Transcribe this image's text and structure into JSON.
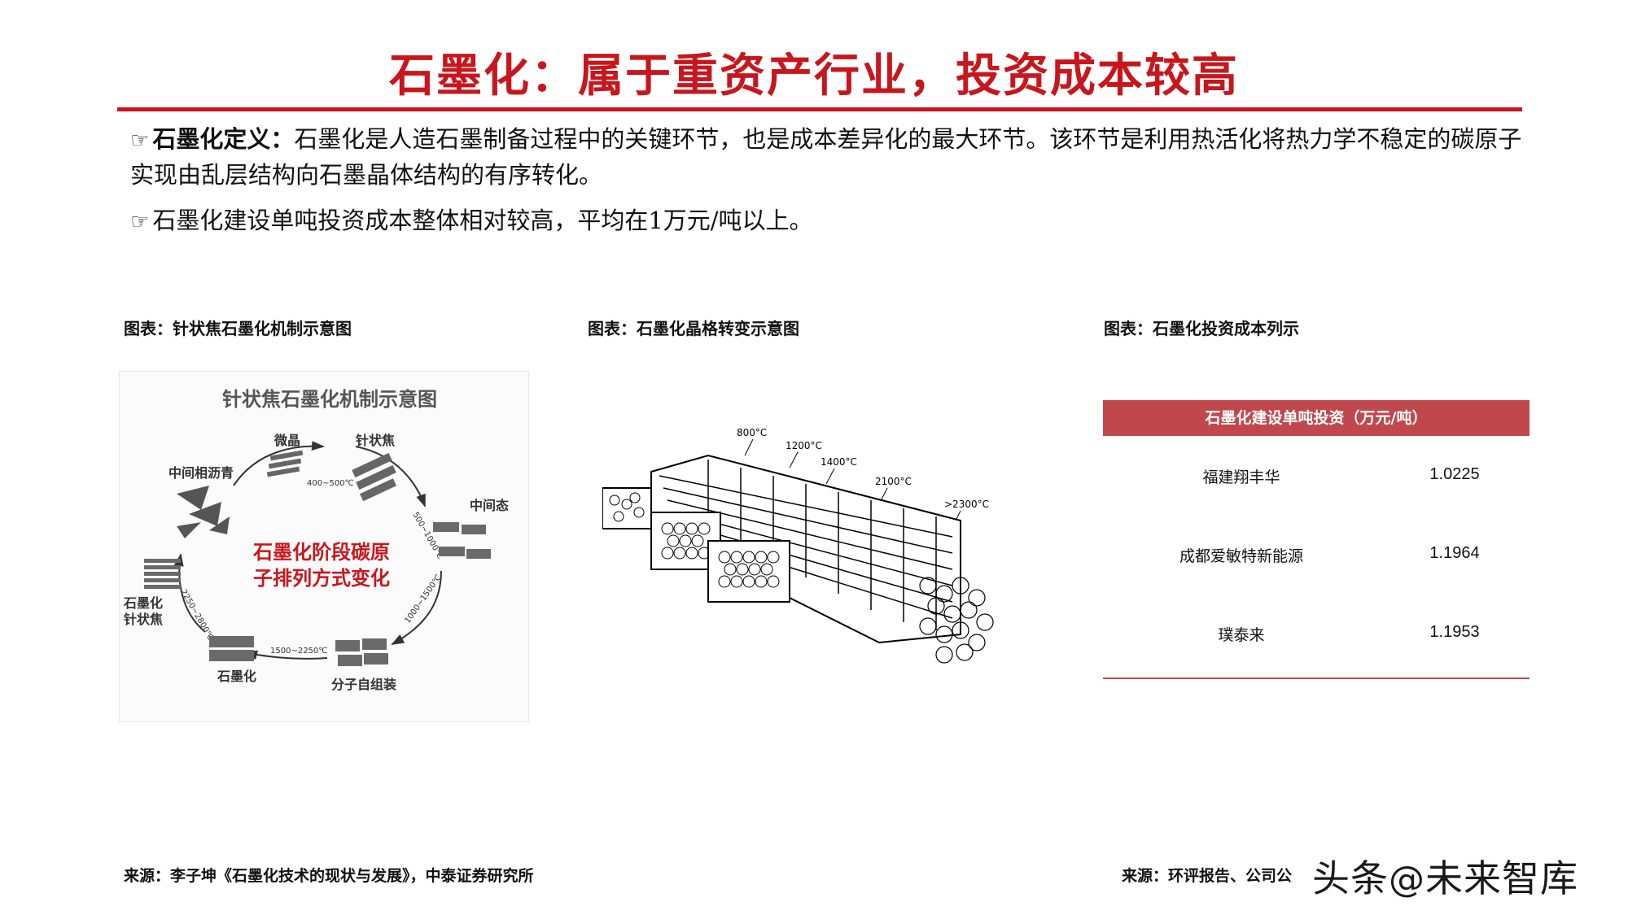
{
  "title": "石墨化：属于重资产行业，投资成本较高",
  "bullets": [
    {
      "hand": "☞",
      "bold": "石墨化定义：",
      "text": "石墨化是人造石墨制备过程中的关键环节，也是成本差异化的最大环节。该环节是利用热活化将热力学不稳定的碳原子实现由乱层结构向石墨晶体结构的有序转化。"
    },
    {
      "hand": "☞",
      "bold": "",
      "text": "石墨化建设单吨投资成本整体相对较高，平均在1万元/吨以上。"
    }
  ],
  "figures": {
    "fig1": {
      "caption": "图表：针状焦石墨化机制示意图",
      "inner_title": "针状焦石墨化机制示意图",
      "center_text_1": "石墨化阶段碳原",
      "center_text_2": "子排列方式变化",
      "nodes": [
        "微晶",
        "针状焦",
        "中间相沥青",
        "中间态",
        "石墨化",
        "针状焦",
        "石墨化",
        "分子自组装"
      ],
      "temps": [
        "400~500℃",
        "500~1000℃",
        "1000~1500℃",
        "1500~2250℃",
        "2250~2800℃"
      ]
    },
    "fig2": {
      "caption": "图表：石墨化晶格转变示意图",
      "temps": [
        "800°C",
        "1200°C",
        "1400°C",
        "2100°C",
        ">2300°C"
      ]
    },
    "fig3": {
      "caption": "图表：石墨化投资成本列示",
      "header": "石墨化建设单吨投资（万元/吨）",
      "rows": [
        {
          "name": "福建翔丰华",
          "value": "1.0225"
        },
        {
          "name": "成都爱敏特新能源",
          "value": "1.1964"
        },
        {
          "name": "璞泰来",
          "value": "1.1953"
        }
      ]
    }
  },
  "sources": {
    "left": "来源：李子坤《石墨化技术的现状与发展》，中泰证券研究所",
    "right": "来源：环评报告、公司公"
  },
  "watermark": {
    "brand": "头条",
    "at": "@",
    "name": "未来智库"
  },
  "colors": {
    "accent": "#c8161d",
    "table_header": "#c0484d"
  }
}
